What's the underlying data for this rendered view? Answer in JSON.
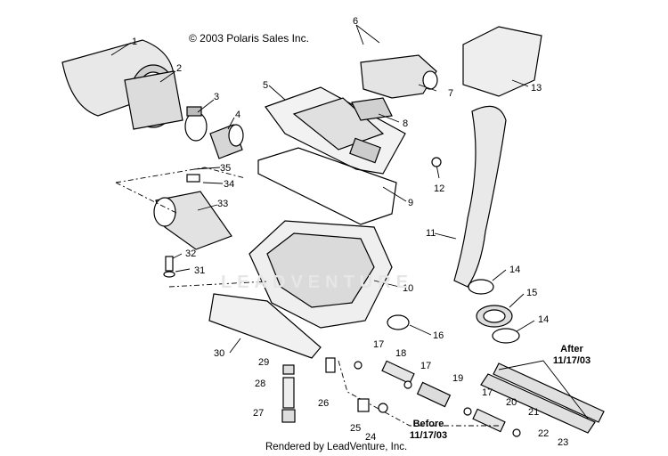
{
  "copyright": "© 2003 Polaris Sales Inc.",
  "footer": "Rendered by LeadVenture, Inc.",
  "watermark": "LEADVENTURE",
  "notes": {
    "after": "After\n11/17/03",
    "before": "Before\n11/17/03"
  },
  "callouts": [
    "1",
    "2",
    "3",
    "4",
    "5",
    "6",
    "7",
    "8",
    "9",
    "10",
    "11",
    "12",
    "13",
    "14",
    "14",
    "15",
    "16",
    "17",
    "17",
    "17",
    "18",
    "19",
    "20",
    "21",
    "22",
    "23",
    "24",
    "25",
    "26",
    "27",
    "28",
    "29",
    "30",
    "31",
    "32",
    "33",
    "34",
    "35"
  ]
}
